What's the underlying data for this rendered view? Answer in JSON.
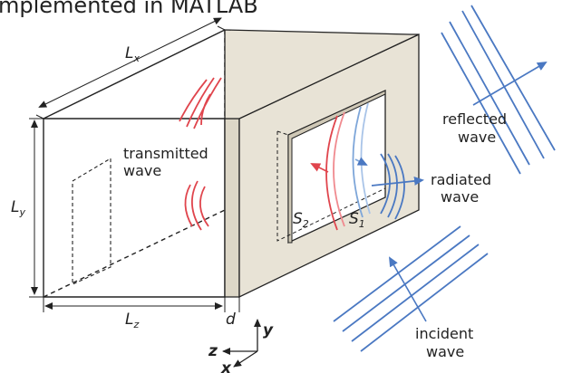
{
  "header": {
    "title": "mplemented in MATLAB"
  },
  "dimensions": {
    "lx": {
      "base": "L",
      "sub": "x"
    },
    "ly": {
      "base": "L",
      "sub": "y"
    },
    "lz": {
      "base": "L",
      "sub": "z"
    },
    "d": "d"
  },
  "surfaces": {
    "s1": {
      "base": "S",
      "sub": "1"
    },
    "s2": {
      "base": "S",
      "sub": "2"
    }
  },
  "waves": {
    "transmitted": [
      "transmitted",
      "wave"
    ],
    "reflected": [
      "reflected",
      "wave"
    ],
    "radiated": [
      "radiated",
      "wave"
    ],
    "incident": [
      "incident",
      "wave"
    ]
  },
  "axes": {
    "y": "y",
    "z": "z",
    "x": "x"
  },
  "colors": {
    "red": "#e0454d",
    "blue": "#4a78c2",
    "wall": "#e8e3d6",
    "line": "#222222"
  }
}
